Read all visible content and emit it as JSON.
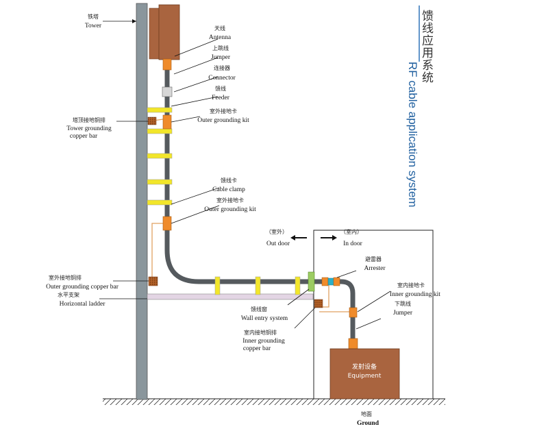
{
  "title": {
    "zh": "馈线应用系统",
    "en": "RF cable application system"
  },
  "labels": {
    "tower": {
      "zh": "铁塔",
      "en": "Tower"
    },
    "antenna": {
      "zh": "天线",
      "en": "Antenna"
    },
    "jumper_top": {
      "zh": "上跳线",
      "en": "Jumper"
    },
    "connector": {
      "zh": "连接器",
      "en": "Connector"
    },
    "feeder": {
      "zh": "馈线",
      "en": "Feeder"
    },
    "outer_kit_1": {
      "zh": "室外接地卡",
      "en": "Outer grounding kit"
    },
    "tower_bar": {
      "zh": "塔顶接地铜排",
      "en1": "Tower grounding",
      "en2": "copper bar"
    },
    "cable_clamp": {
      "zh": "馈线卡",
      "en": "Cable clamp"
    },
    "outer_kit_2": {
      "zh": "室外接地卡",
      "en": "Outer grounding kit"
    },
    "outdoor": {
      "zh": "（室外）",
      "en": "Out door"
    },
    "indoor": {
      "zh": "（室内）",
      "en": "In door"
    },
    "arrester": {
      "zh": "避雷器",
      "en": "Arrester"
    },
    "outer_bar": {
      "zh": "室外接地铜排",
      "en": "Outer grounding copper bar"
    },
    "horizontal_ladder": {
      "zh": "水平支架",
      "en": "Horizontal ladder"
    },
    "inner_kit": {
      "zh": "室内接地卡",
      "en": "Inner grounding kit"
    },
    "jumper_bottom": {
      "zh": "下跳线",
      "en": "Jumper"
    },
    "wall_entry": {
      "zh": "馈线窗",
      "en": "Wall entry system"
    },
    "inner_bar": {
      "zh": "室内接地铜排",
      "en1": "Inner grounding",
      "en2": "copper bar"
    },
    "equipment": {
      "zh": "发射设备",
      "en": "Equipment"
    },
    "ground": {
      "zh": "地面",
      "en": "Ground"
    }
  },
  "colors": {
    "tower": "#8a969c",
    "antenna": "#a9643f",
    "cable": "#555a5e",
    "clamp": "#f2e62a",
    "grounding_kit": "#ef8b2b",
    "copper_bar": "#b5632a",
    "ladder": "#e3d5e4",
    "wall_entry": "#9ccc62",
    "arrester_core": "#2ab0c8",
    "equipment": "#a9643f"
  }
}
